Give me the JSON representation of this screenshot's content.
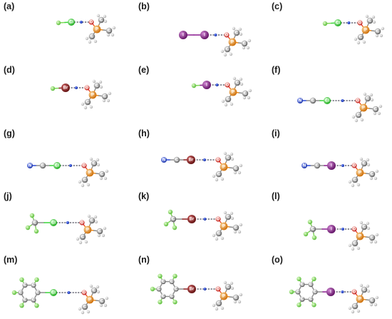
{
  "panels": [
    {
      "label": "(a)",
      "halogen": "Cl",
      "partner": "F"
    },
    {
      "label": "(b)",
      "halogen": "I",
      "partner": "I"
    },
    {
      "label": "(c)",
      "halogen": "Cl",
      "partner": "F"
    },
    {
      "label": "(d)",
      "halogen": "Br",
      "partner": "F"
    },
    {
      "label": "(e)",
      "halogen": "I",
      "partner": "F"
    },
    {
      "label": "(f)",
      "halogen": "Cl",
      "partner": "CN"
    },
    {
      "label": "(g)",
      "halogen": "Cl",
      "partner": "CN"
    },
    {
      "label": "(h)",
      "halogen": "Br",
      "partner": "CN"
    },
    {
      "label": "(i)",
      "halogen": "I",
      "partner": "CN"
    },
    {
      "label": "(j)",
      "halogen": "Cl",
      "partner": "CF3"
    },
    {
      "label": "(k)",
      "halogen": "Br",
      "partner": "CF3"
    },
    {
      "label": "(l)",
      "halogen": "I",
      "partner": "CF3"
    },
    {
      "label": "(m)",
      "halogen": "Cl",
      "partner": "C6F5"
    },
    {
      "label": "(n)",
      "halogen": "Br",
      "partner": "C6F5"
    },
    {
      "label": "(o)",
      "halogen": "I",
      "partner": "C6F5"
    }
  ],
  "atom_labels": {
    "Cl": "Cl",
    "Br": "Br",
    "I": "I",
    "N": "N",
    "C": "C",
    "O": "O",
    "P": "P"
  },
  "colors": {
    "F": "#7ed957",
    "Cl": "#39d639",
    "Br": "#8b1a1a",
    "I": "#8a1a8f",
    "N": "#2746d9",
    "C": "#8c8c8c",
    "O": "#e8302a",
    "P": "#f08c1a",
    "H": "#eaeaea",
    "bcp": "#1238c8",
    "xbond": "#1a1a2e"
  }
}
